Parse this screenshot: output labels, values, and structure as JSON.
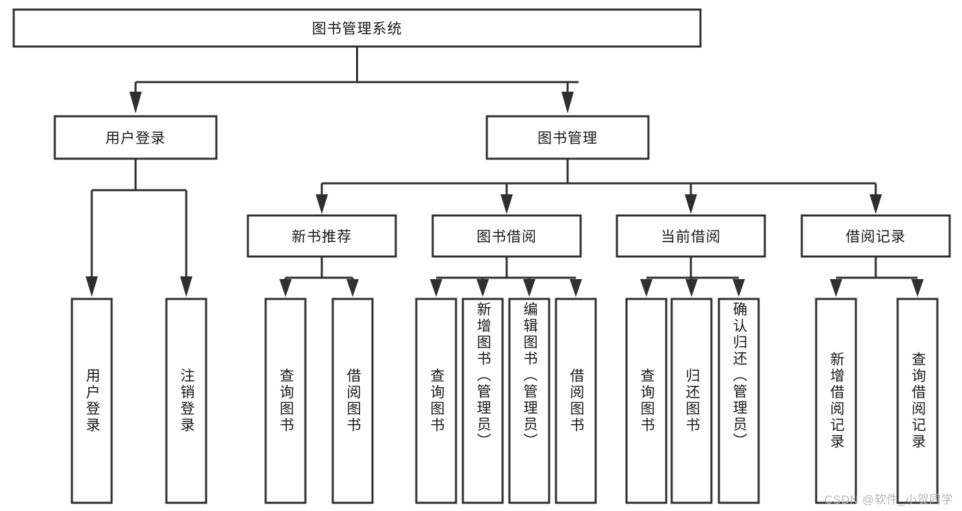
{
  "diagram": {
    "type": "tree-hierarchy",
    "title": "图书管理系统",
    "orientation": "top-down",
    "colors": {
      "stroke": "#2f2f2f",
      "fill": "#ffffff",
      "text": "#1a1a1a",
      "watermark": "#b6b6b6",
      "background": "#ffffff"
    },
    "root": {
      "label": "图书管理系统"
    },
    "level2": [
      {
        "label": "用户登录"
      },
      {
        "label": "图书管理"
      }
    ],
    "level3": [
      {
        "label": "新书推荐"
      },
      {
        "label": "图书借阅"
      },
      {
        "label": "当前借阅"
      },
      {
        "label": "借阅记录"
      }
    ],
    "leaves": {
      "user_login": [
        {
          "label": "用户登录"
        },
        {
          "label": "注销登录"
        }
      ],
      "new_book_recommend": [
        {
          "label": "查询图书"
        },
        {
          "label": "借阅图书"
        }
      ],
      "book_borrow": [
        {
          "label": "查询图书"
        },
        {
          "label": "新增图书（管理员）"
        },
        {
          "label": "编辑图书（管理员）"
        },
        {
          "label": "借阅图书"
        }
      ],
      "current_borrow": [
        {
          "label": "查询图书"
        },
        {
          "label": "归还图书"
        },
        {
          "label": "确认归还（管理员）"
        }
      ],
      "borrow_record": [
        {
          "label": "新增借阅记录"
        },
        {
          "label": "查询借阅记录"
        }
      ]
    }
  },
  "watermark": {
    "text": "CSDN @软件_小贺同学"
  }
}
